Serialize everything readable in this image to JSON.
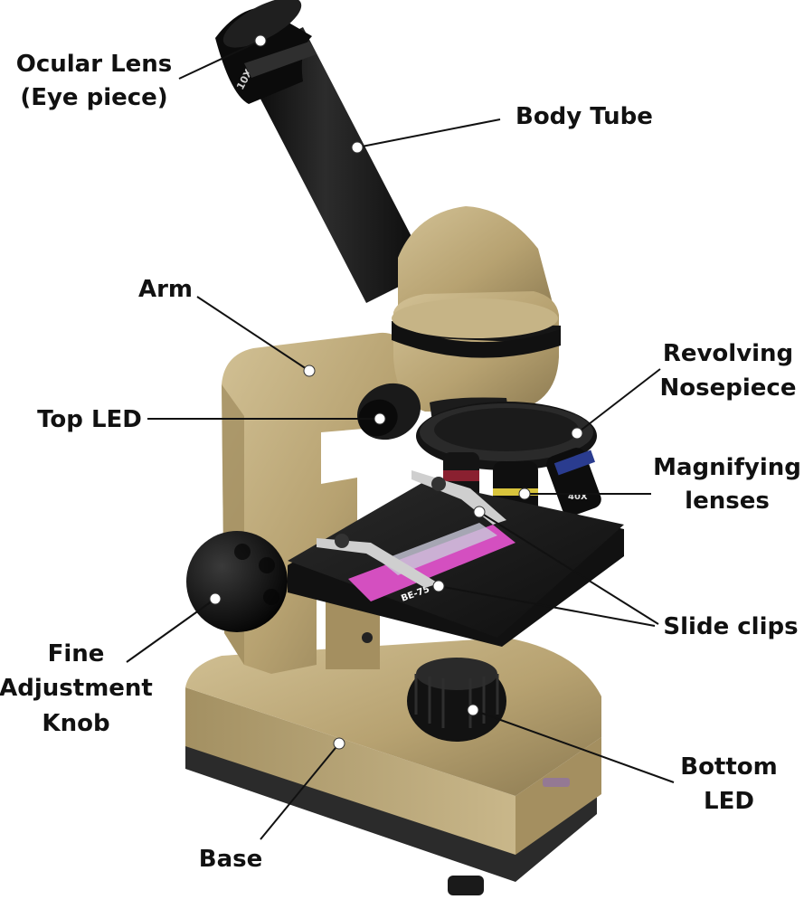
{
  "labels": {
    "ocular_lens": [
      "Ocular Lens",
      "(Eye piece)"
    ],
    "body_tube": [
      "Body Tube"
    ],
    "arm": [
      "Arm"
    ],
    "revolving_nosepiece": [
      "Revolving",
      "Nosepiece"
    ],
    "top_led": [
      "Top LED"
    ],
    "magnifying_lenses": [
      "Magnifying",
      "lenses"
    ],
    "slide_clips": [
      "Slide clips"
    ],
    "fine_adjustment_knob": [
      "Fine",
      "Adjustment",
      "Knob"
    ],
    "bottom_led": [
      "Bottom",
      "LED"
    ],
    "base": [
      "Base"
    ]
  },
  "engravings": {
    "eyepiece": "10X",
    "objective": "40X",
    "slide": "BE-75"
  },
  "colors": {
    "body_gold": "#b7a271",
    "body_gold_light": "#d2c195",
    "body_gold_dark": "#8d7b52",
    "black": "#161616",
    "stage_black": "#1d1d1d",
    "slide_pink": "#d44fc0",
    "objective_blue": "#2a3c8f",
    "objective_red": "#8a2030",
    "label_text": "#111111"
  }
}
